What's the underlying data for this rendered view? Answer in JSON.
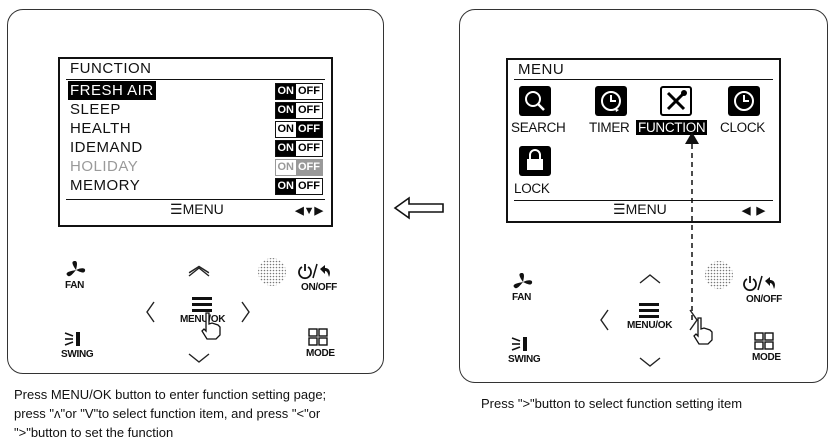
{
  "left_panel": {
    "lcd": {
      "title": "FUNCTION",
      "rows": [
        {
          "label": "FRESH AIR",
          "on": "ON",
          "off": "OFF"
        },
        {
          "label": "SLEEP",
          "on": "ON",
          "off": "OFF"
        },
        {
          "label": "HEALTH",
          "on": "ON",
          "off": "OFF"
        },
        {
          "label": "IDEMAND",
          "on": "ON",
          "off": "OFF"
        },
        {
          "label": "HOLIDAY",
          "on": "ON",
          "off": "OFF"
        },
        {
          "label": "MEMORY",
          "on": "ON",
          "off": "OFF"
        }
      ],
      "footer_label": "MENU"
    },
    "buttons": {
      "fan": "FAN",
      "swing": "SWING",
      "menu_ok": "MENU/OK",
      "on_off": "ON/OFF",
      "mode": "MODE"
    },
    "caption_lines": [
      "Press MENU/OK button to enter function setting page;",
      "press \"ʌ\"or \"V\"to select function item, and press \"<\"or",
      "\">\"button to set the function"
    ]
  },
  "right_panel": {
    "lcd": {
      "title": "MENU",
      "items": [
        "SEARCH",
        "TIMER",
        "FUNCTION",
        "CLOCK",
        "LOCK"
      ],
      "footer_label": "MENU"
    },
    "buttons": {
      "fan": "FAN",
      "swing": "SWING",
      "menu_ok": "MENU/OK",
      "on_off": "ON/OFF",
      "mode": "MODE"
    },
    "caption": "Press \">\"button to select function setting item"
  },
  "colors": {
    "lcd_black": "#000000",
    "dim_gray": "#9a9a9a"
  }
}
